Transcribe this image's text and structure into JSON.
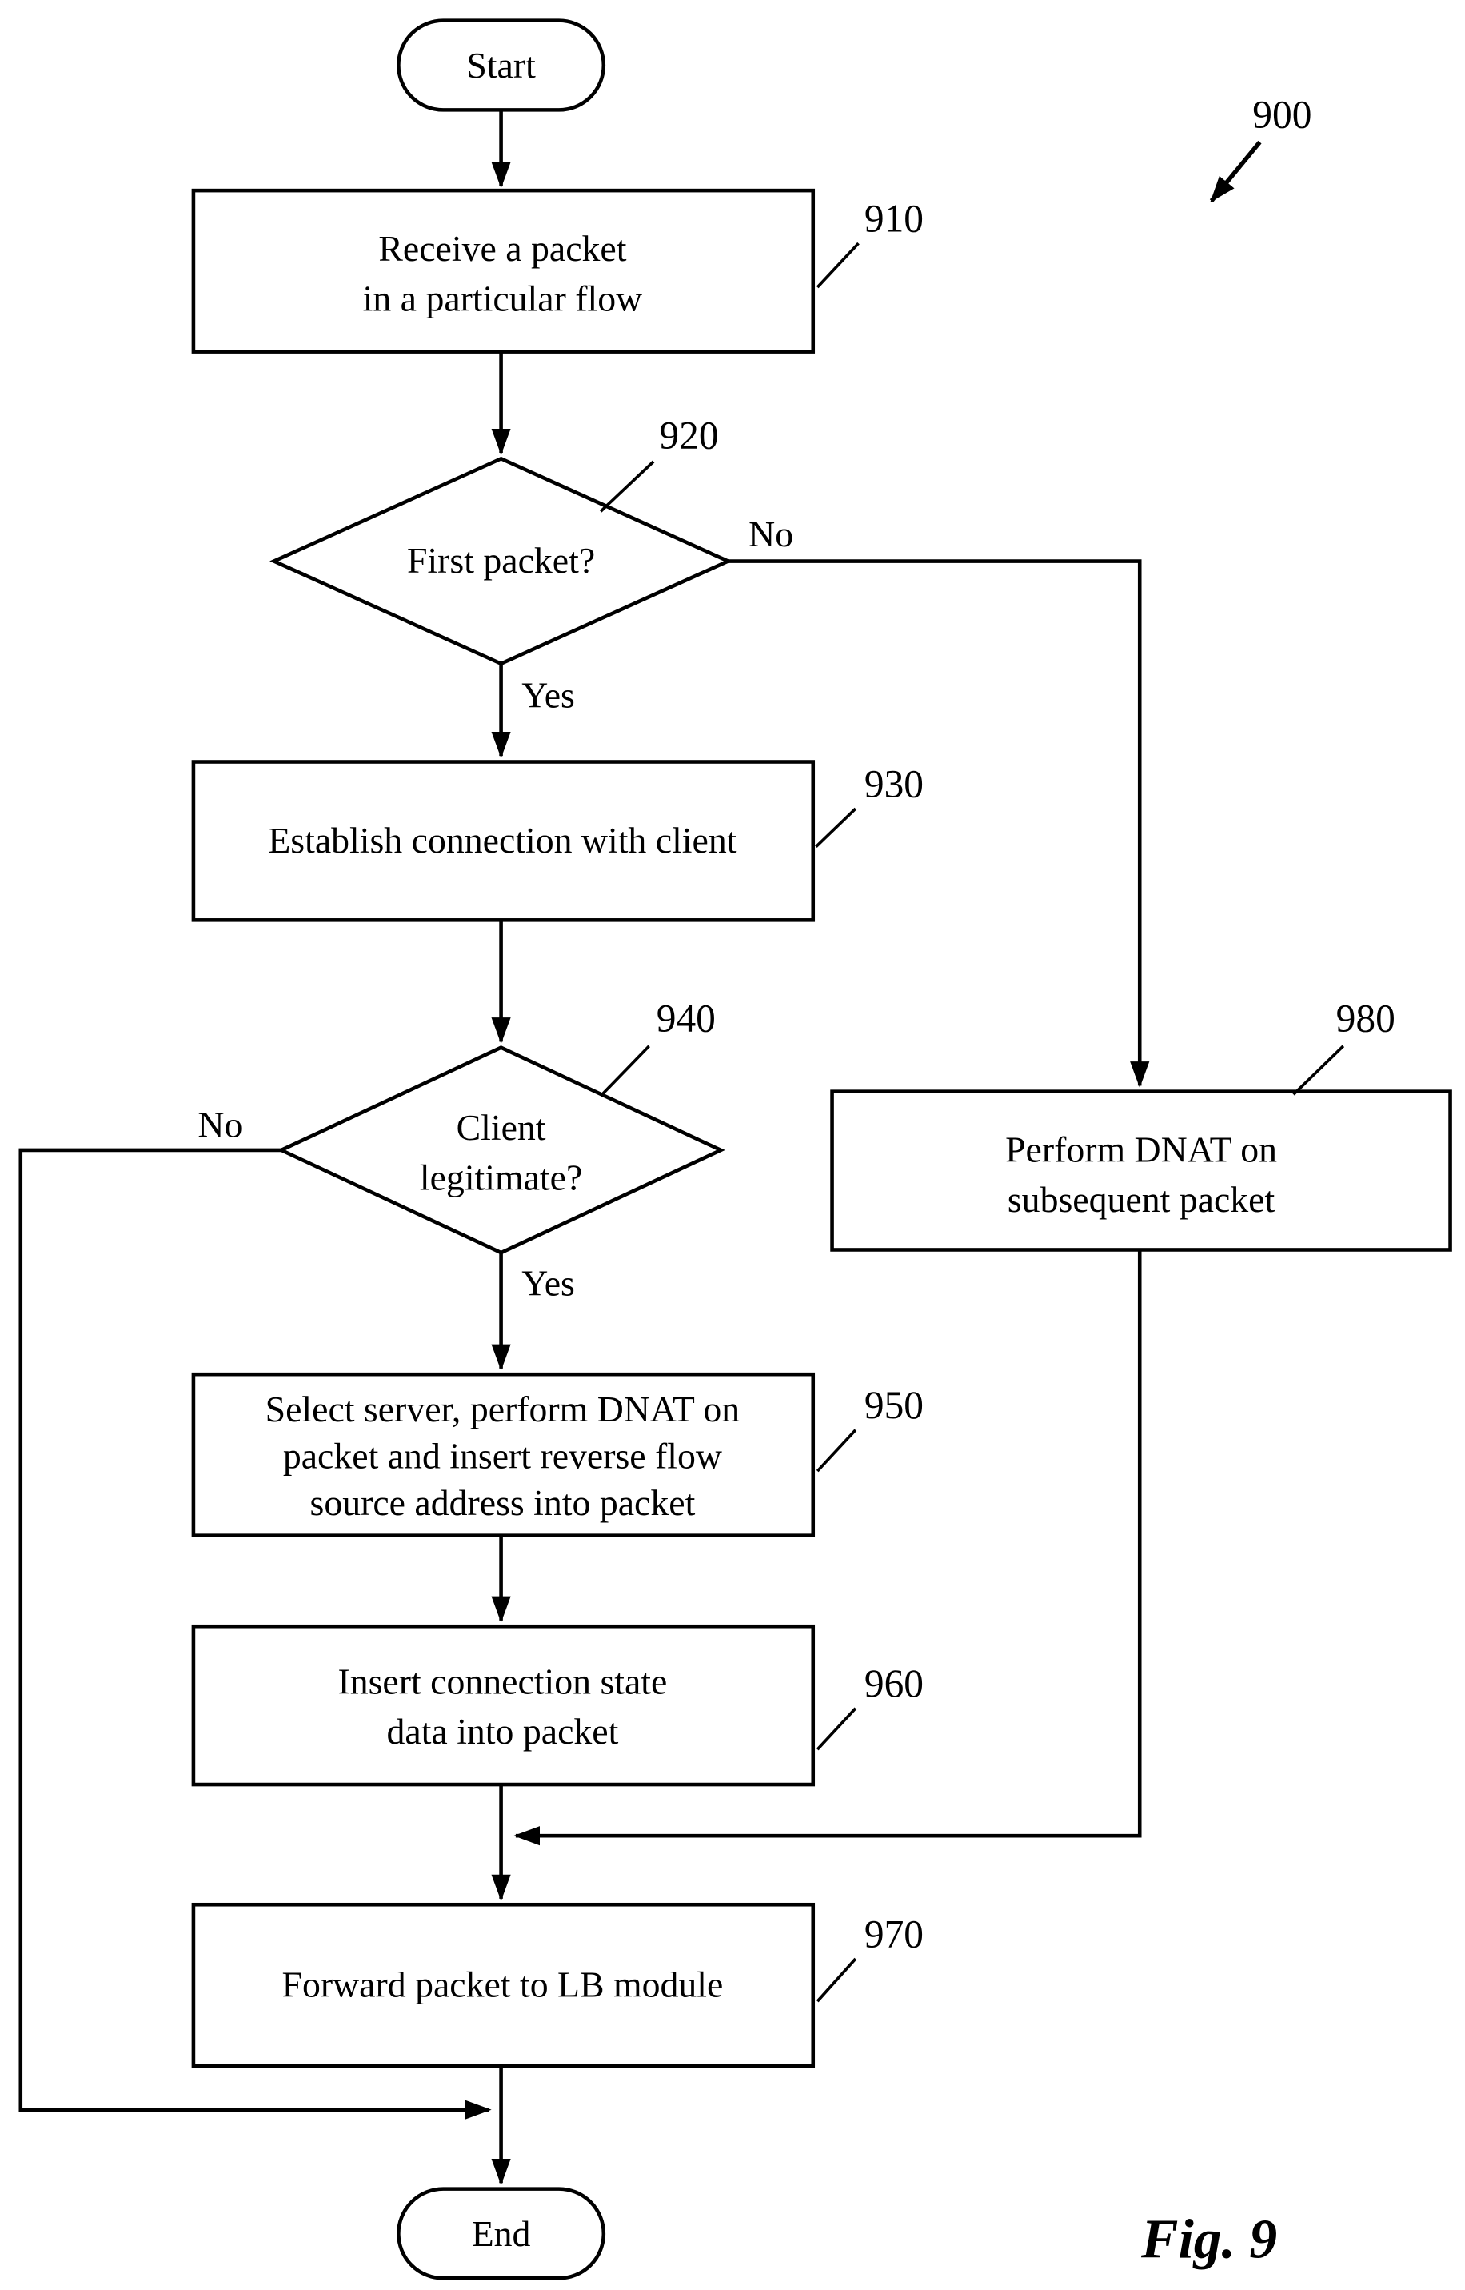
{
  "figure": {
    "number_label": "900",
    "caption": "Fig. 9"
  },
  "colors": {
    "ink": "#000000",
    "paper": "#ffffff"
  },
  "nodes": {
    "start": {
      "label": "Start"
    },
    "receive_packet": {
      "ref": "910",
      "lines": {
        "l1": "Receive a packet",
        "l2": "in a particular flow"
      }
    },
    "first_packet": {
      "ref": "920",
      "lines": {
        "l1": "First packet?"
      }
    },
    "establish_connection": {
      "ref": "930",
      "lines": {
        "l1": "Establish connection with client"
      }
    },
    "client_legitimate": {
      "ref": "940",
      "lines": {
        "l1": "Client",
        "l2": "legitimate?"
      }
    },
    "select_server": {
      "ref": "950",
      "lines": {
        "l1": "Select server, perform DNAT on",
        "l2": "packet and insert reverse flow",
        "l3": "source address into packet"
      }
    },
    "insert_state": {
      "ref": "960",
      "lines": {
        "l1": "Insert connection state",
        "l2": "data into packet"
      }
    },
    "forward_packet": {
      "ref": "970",
      "lines": {
        "l1": "Forward packet to LB module"
      }
    },
    "perform_dnat": {
      "ref": "980",
      "lines": {
        "l1": "Perform DNAT on",
        "l2": "subsequent packet"
      }
    },
    "end": {
      "label": "End"
    }
  },
  "branches": {
    "first_packet_no": "No",
    "first_packet_yes": "Yes",
    "legitimate_no": "No",
    "legitimate_yes": "Yes"
  }
}
